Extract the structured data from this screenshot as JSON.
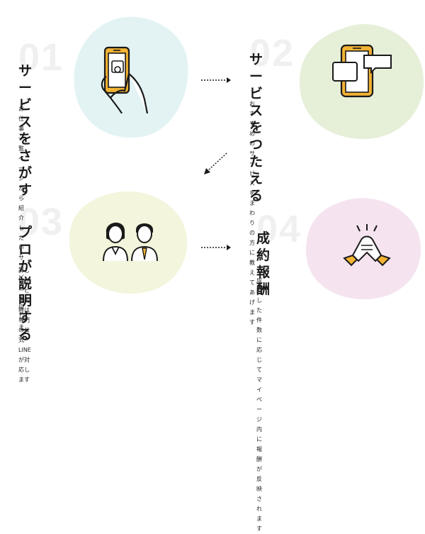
{
  "steps": [
    {
      "num": "01",
      "title": "サービスを\nさがす",
      "desc": "お仕事一覧ページから\n紹介したいサービスを探します",
      "blob_color": "#e3f3f4",
      "icon": "phone-hand-icon"
    },
    {
      "num": "02",
      "title": "サービスを\nつたえる",
      "desc": "おすすめのサービスを\nまわりの方に教えてあげます",
      "blob_color": "#e6efd8",
      "icon": "phone-chat-icon"
    },
    {
      "num": "03",
      "title": "プロが\n説明する",
      "desc": "詳しいサービス内容は\n専門の公式 LINE が対応します",
      "blob_color": "#f3f5dc",
      "icon": "two-people-icon"
    },
    {
      "num": "04",
      "title": "成約\n報酬",
      "desc": "成約した件数に応じて\nマイページ内に報酬が反映されます",
      "blob_color": "#f5e4f0",
      "icon": "handshake-icon"
    }
  ],
  "colors": {
    "accent": "#f2b233",
    "ink": "#1a1a1a"
  }
}
